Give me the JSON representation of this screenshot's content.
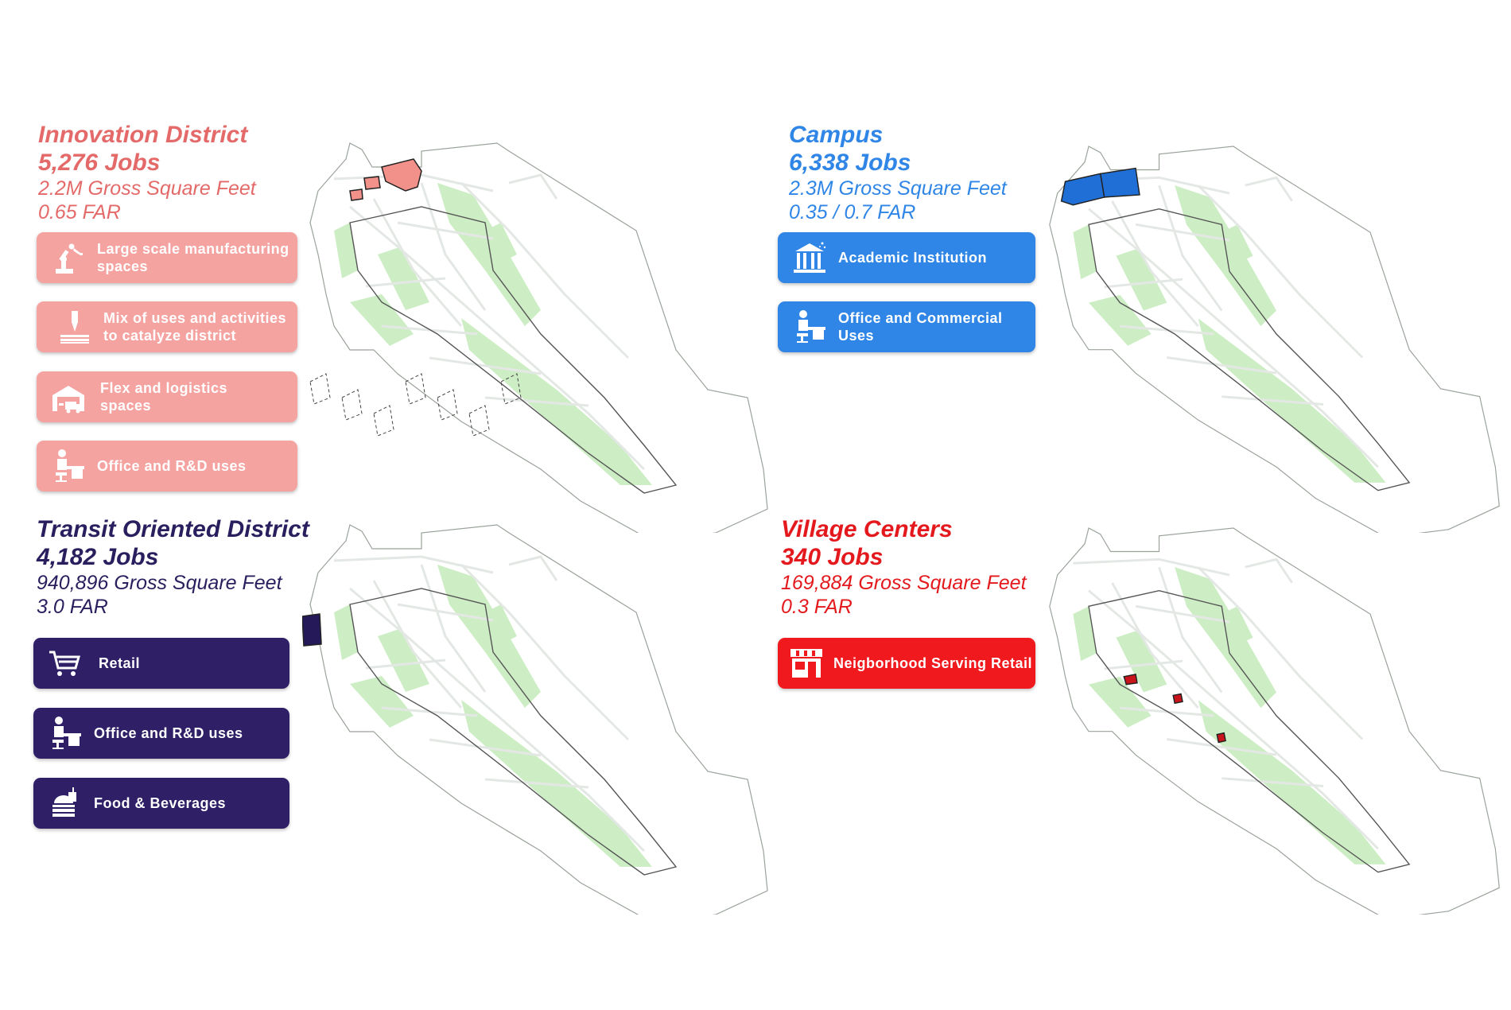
{
  "districts": {
    "innovation": {
      "title": "Innovation District",
      "jobs": "5,276 Jobs",
      "gsf": "2.2M Gross Square Feet",
      "far": "0.65 FAR",
      "color": "#e46a6a",
      "button_color": "#f5a3a0",
      "buttons": [
        {
          "label": "Large scale manufacturing\nspaces",
          "icon": "robot-arm-icon"
        },
        {
          "label": "Mix of uses and activities\nto catalyze district",
          "icon": "drill-press-icon"
        },
        {
          "label": "Flex and logistics\nspaces",
          "icon": "warehouse-truck-icon"
        },
        {
          "label": "Office and R&D uses",
          "icon": "office-desk-icon"
        }
      ],
      "highlight_color": "#f2908a"
    },
    "campus": {
      "title": "Campus",
      "jobs": "6,338 Jobs",
      "gsf": "2.3M Gross Square Feet",
      "far": "0.35 / 0.7 FAR",
      "color": "#2f86e6",
      "button_color": "#2f86e6",
      "buttons": [
        {
          "label": "Academic Institution",
          "icon": "academic-building-icon"
        },
        {
          "label": "Office and Commercial\nUses",
          "icon": "office-desk-icon"
        }
      ],
      "highlight_color": "#1f6fd6"
    },
    "transit": {
      "title": "Transit Oriented District",
      "jobs": "4,182 Jobs",
      "gsf": "940,896 Gross Square Feet",
      "far": "3.0 FAR",
      "color": "#2a1f5e",
      "button_color": "#2e1f66",
      "buttons": [
        {
          "label": "Retail",
          "icon": "shopping-cart-icon"
        },
        {
          "label": "Office and R&D uses",
          "icon": "office-desk-icon"
        },
        {
          "label": "Food & Beverages",
          "icon": "food-beverage-icon"
        }
      ],
      "highlight_color": "#25195a"
    },
    "village": {
      "title": "Village Centers",
      "jobs": "340 Jobs",
      "gsf": "169,884 Gross Square Feet",
      "far": "0.3 FAR",
      "color": "#e3191e",
      "button_color": "#f0191e",
      "buttons": [
        {
          "label": "Neigborhood Serving Retail",
          "icon": "storefront-icon"
        }
      ],
      "highlight_color": "#c8141a"
    }
  },
  "map": {
    "green_color": "#cdeec4",
    "outline_color": "#9aa29a"
  }
}
